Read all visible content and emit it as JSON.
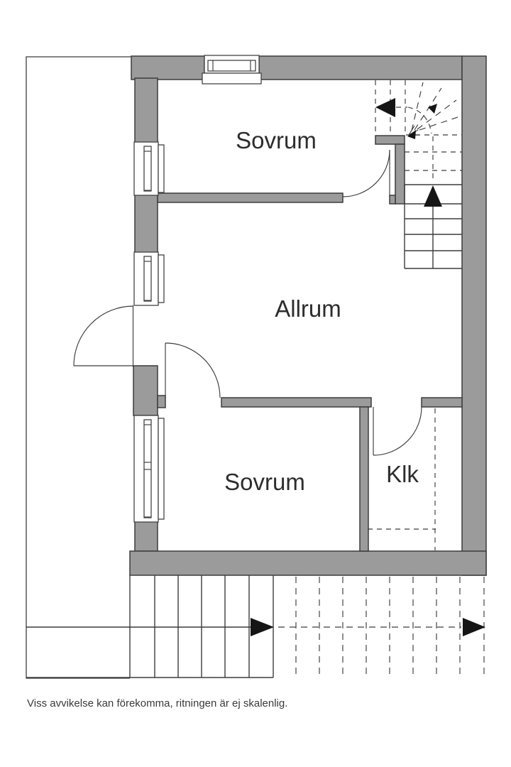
{
  "colors": {
    "wall": "#9b9b9b",
    "line": "#3c3c3c",
    "arrow": "#151515",
    "text": "#2d2d2d",
    "muted": "#3a3a3a"
  },
  "rooms": [
    {
      "id": "sovrum-upper",
      "label": "Sovrum"
    },
    {
      "id": "allrum",
      "label": "Allrum"
    },
    {
      "id": "sovrum-lower",
      "label": "Sovrum"
    },
    {
      "id": "klk",
      "label": "Klk"
    }
  ],
  "stairs": {
    "arrows": [
      {
        "name": "up-arrow",
        "meaning": "stair direction up, interior staircase"
      },
      {
        "name": "left-arrow",
        "meaning": "stair direction continues left, upper flight"
      },
      {
        "name": "diagonal-arrow",
        "meaning": "walking line through winder"
      },
      {
        "name": "right-arrow-solid",
        "meaning": "exterior stair direction right (solid flight)"
      },
      {
        "name": "right-arrow-dashed",
        "meaning": "exterior stair direction right (dashed flight)"
      }
    ]
  },
  "footer": {
    "disclaimer": "Viss avvikelse kan förekomma, ritningen är ej skalenlig."
  }
}
